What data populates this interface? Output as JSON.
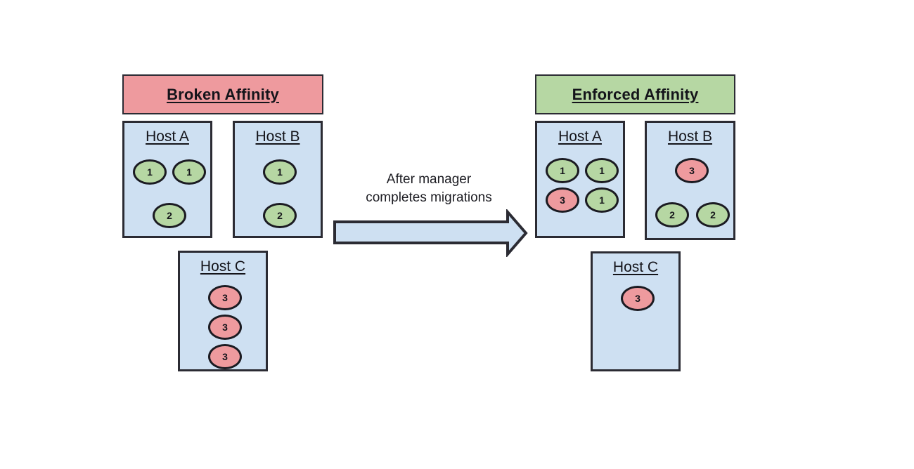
{
  "diagram": {
    "title_left": "Broken Affinity",
    "title_right": "Enforced Affinity",
    "transition_caption_line1": "After manager",
    "transition_caption_line2": "completes migrations",
    "arrow_icon": "right-arrow-icon",
    "colors": {
      "header_broken_fill": "#ee9a9e",
      "header_enforced_fill": "#b6d7a3",
      "host_fill": "#cee0f2",
      "vm_green_fill": "#b6d7a3",
      "vm_red_fill": "#ee9a9e",
      "arrow_fill": "#cee0f2",
      "stroke": "#2b2b33"
    }
  },
  "panels": [
    {
      "id": "broken",
      "header": "Broken Affinity",
      "hosts": [
        {
          "name": "Host A",
          "vms": [
            {
              "label": "1",
              "color": "green"
            },
            {
              "label": "1",
              "color": "green"
            },
            {
              "label": "2",
              "color": "green"
            }
          ]
        },
        {
          "name": "Host B",
          "vms": [
            {
              "label": "1",
              "color": "green"
            },
            {
              "label": "2",
              "color": "green"
            }
          ]
        },
        {
          "name": "Host C",
          "vms": [
            {
              "label": "3",
              "color": "red"
            },
            {
              "label": "3",
              "color": "red"
            },
            {
              "label": "3",
              "color": "red"
            }
          ]
        }
      ]
    },
    {
      "id": "enforced",
      "header": "Enforced Affinity",
      "hosts": [
        {
          "name": "Host A",
          "vms": [
            {
              "label": "1",
              "color": "green"
            },
            {
              "label": "1",
              "color": "green"
            },
            {
              "label": "3",
              "color": "red"
            },
            {
              "label": "1",
              "color": "green"
            }
          ]
        },
        {
          "name": "Host B",
          "vms": [
            {
              "label": "3",
              "color": "red"
            },
            {
              "label": "2",
              "color": "green"
            },
            {
              "label": "2",
              "color": "green"
            }
          ]
        },
        {
          "name": "Host C",
          "vms": [
            {
              "label": "3",
              "color": "red"
            }
          ]
        }
      ]
    }
  ]
}
